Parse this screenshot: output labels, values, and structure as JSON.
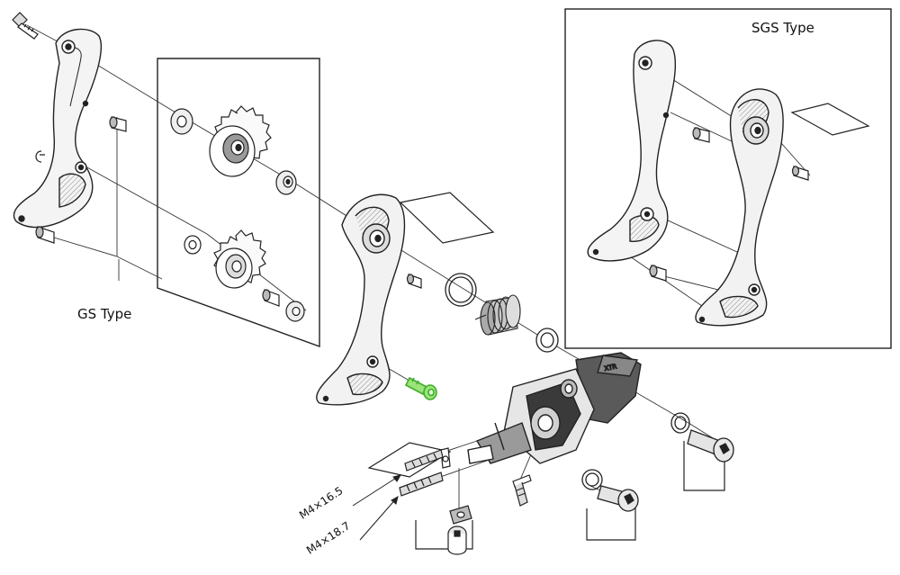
{
  "labels": {
    "gs_type": "GS Type",
    "sgs_type": "SGS Type",
    "bolt_1": "M4×16.5",
    "bolt_2": "M4×18.7"
  },
  "colors": {
    "line": "#222222",
    "highlight": "#9be37a",
    "highlight_stroke": "#3fae2a",
    "shade": "#9a9a9a",
    "dark": "#3a3a3a"
  }
}
